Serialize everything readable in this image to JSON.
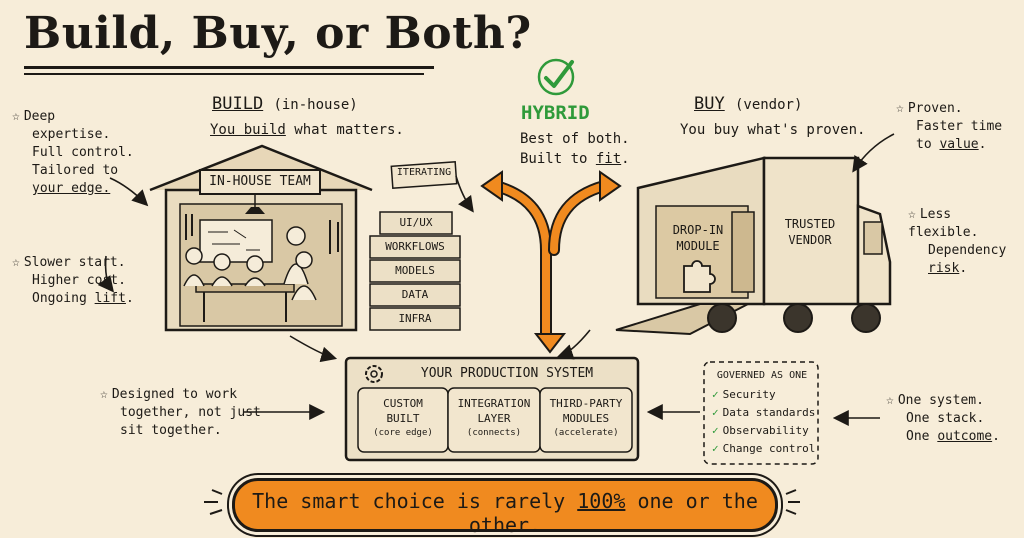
{
  "title": "Build, Buy, or Both?",
  "build": {
    "heading": "BUILD",
    "heading_suffix": "(in-house)",
    "subtitle_prefix": "You build",
    "subtitle_rest": " what matters.",
    "sign": "IN-HOUSE TEAM"
  },
  "hybrid": {
    "heading": "HYBRID",
    "line1": "Best of both.",
    "line2_prefix": "Built to ",
    "line2_ul": "fit",
    "line2_suffix": "."
  },
  "buy": {
    "heading": "BUY",
    "heading_suffix": "(vendor)",
    "subtitle": "You buy what's proven.",
    "module_line1": "DROP-IN",
    "module_line2": "MODULE",
    "vendor_line1": "TRUSTED",
    "vendor_line2": "VENDOR"
  },
  "stack": {
    "iterating": "ITERATING",
    "layers": [
      "UI/UX",
      "WORKFLOWS",
      "MODELS",
      "DATA",
      "INFRA"
    ]
  },
  "notes": {
    "build_pros": {
      "l1": "Deep",
      "l2": "expertise.",
      "l3": "Full control.",
      "l4": "Tailored to",
      "l5": "your edge."
    },
    "build_cons": {
      "l1": "Slower start.",
      "l2": "Higher cost.",
      "l3_prefix": "Ongoing ",
      "l3_ul": "lift",
      "l3_suffix": "."
    },
    "buy_pros": {
      "l1": "Proven.",
      "l2": "Faster time",
      "l3_prefix": "to ",
      "l3_ul": "value",
      "l3_suffix": "."
    },
    "buy_cons": {
      "l1": "Less flexible.",
      "l2": "Dependency",
      "l3_ul": "risk",
      "l3_suffix": "."
    },
    "designed": {
      "l1": "Designed to work",
      "l2": "together, not just",
      "l3": "sit together."
    },
    "one_system": {
      "l1": "One system.",
      "l2": "One stack.",
      "l3_prefix": "One ",
      "l3_ul": "outcome",
      "l3_suffix": "."
    }
  },
  "production": {
    "title": "YOUR PRODUCTION SYSTEM",
    "parts": [
      {
        "l1": "CUSTOM",
        "l2": "BUILT",
        "l3": "(core edge)"
      },
      {
        "l1": "INTEGRATION",
        "l2": "LAYER",
        "l3": "(connects)"
      },
      {
        "l1": "THIRD-PARTY",
        "l2": "MODULES",
        "l3": "(accelerate)"
      }
    ]
  },
  "governed": {
    "title": "GOVERNED AS ONE",
    "items": [
      "Security",
      "Data standards",
      "Observability",
      "Change control"
    ]
  },
  "banner": {
    "prefix": "The smart choice is rarely ",
    "ul": "100%",
    "suffix": " one or the other."
  },
  "colors": {
    "accent": "#f08a1f",
    "hybrid": "#2f9a3a",
    "paper": "#f7edd9",
    "ink": "#1d1a16"
  }
}
